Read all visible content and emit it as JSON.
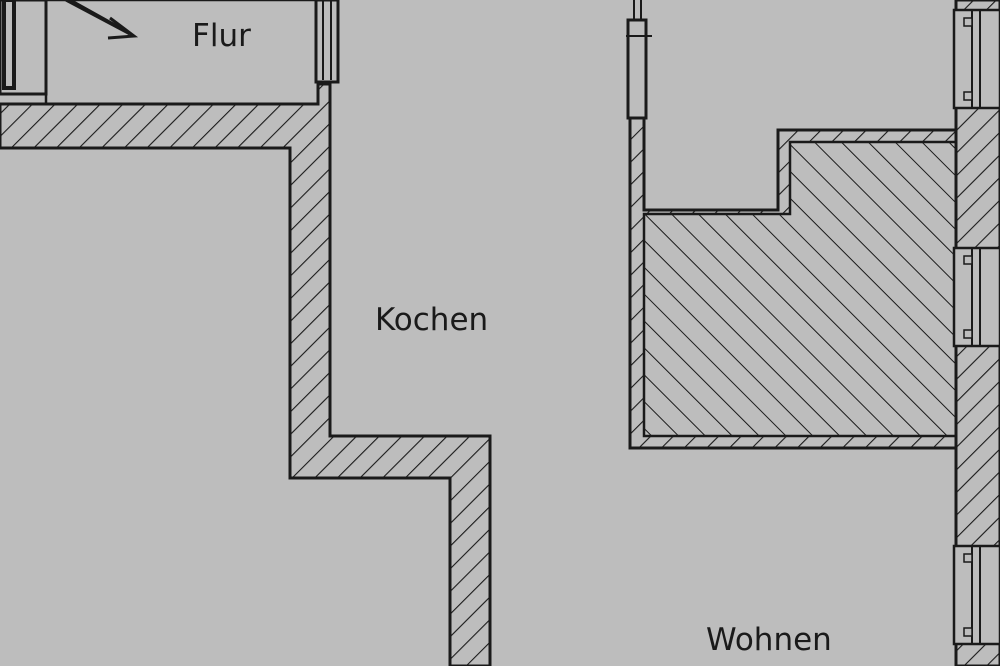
{
  "colors": {
    "background": "#bdbdbd",
    "line": "#1a1a1a",
    "hatch": "#1a1a1a"
  },
  "rooms": {
    "hall": "Flur",
    "kitchen": "Kochen",
    "living": "Wohnen"
  },
  "symbols": {
    "arrow": "arrow-icon"
  }
}
